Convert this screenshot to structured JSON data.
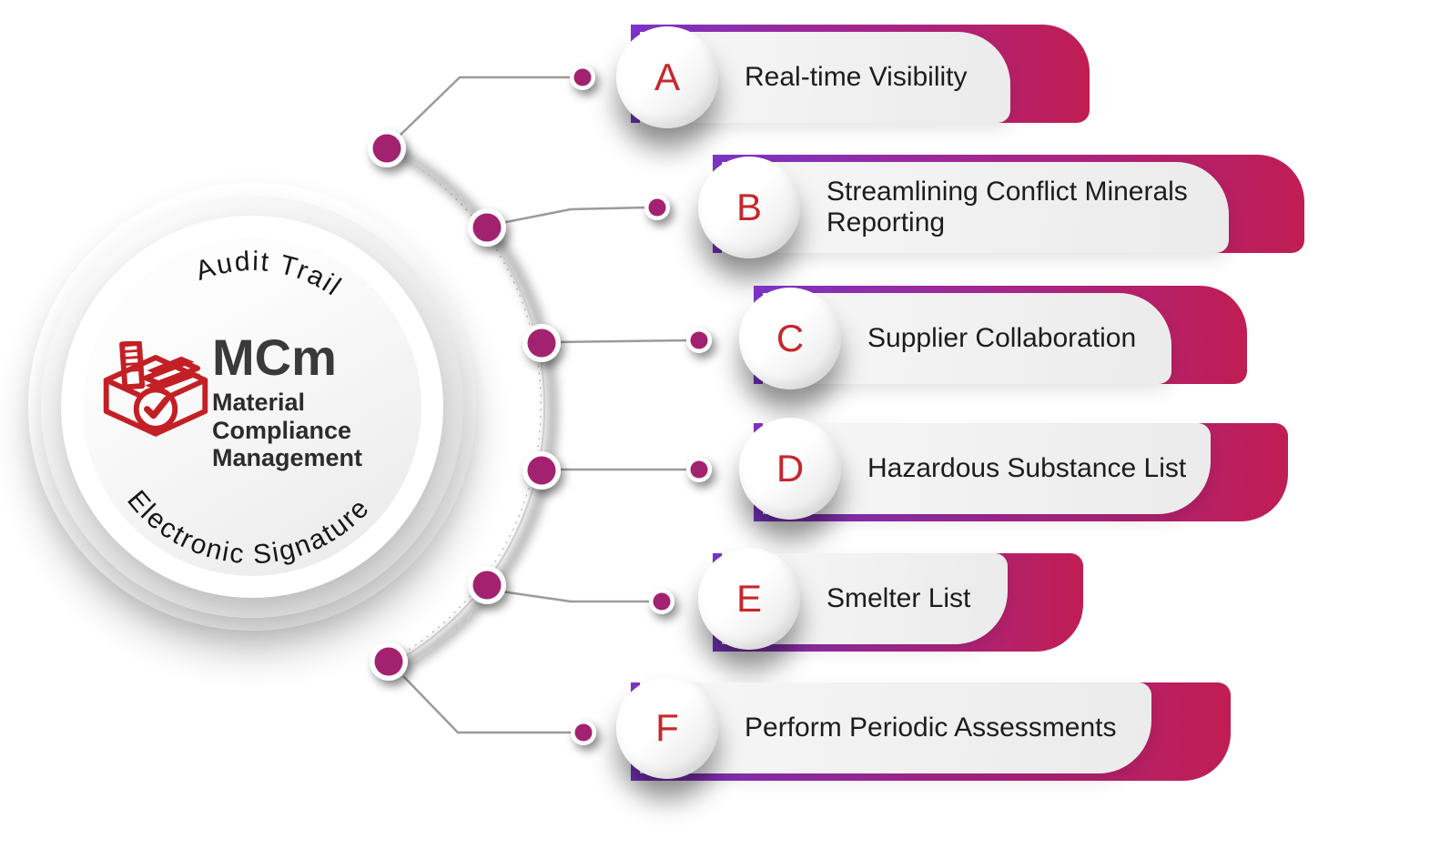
{
  "hub": {
    "top_curved_label": "Audit Trail",
    "bottom_curved_label": "Electronic Signature",
    "acronym": "MCm",
    "name_line1": "Material Compliance",
    "name_line2": "Management",
    "icon": "compliance-box-check-icon"
  },
  "items": [
    {
      "letter": "A",
      "label": "Real-time Visibility"
    },
    {
      "letter": "B",
      "label": "Streamlining Conflict Minerals Reporting"
    },
    {
      "letter": "C",
      "label": "Supplier Collaboration"
    },
    {
      "letter": "D",
      "label": "Hazardous Substance List"
    },
    {
      "letter": "E",
      "label": "Smelter List"
    },
    {
      "letter": "F",
      "label": "Perform Periodic Assessments"
    }
  ],
  "colors": {
    "letter_red": "#c5272d",
    "icon_red": "#c32026",
    "gradient_purple": "#7c35c9",
    "gradient_crimson": "#c01d52",
    "dot_magenta": "#a32070",
    "label_text": "#1d1d1f",
    "connector_gray": "#9b9b9b",
    "acronym_charcoal": "#3a3a3c"
  }
}
